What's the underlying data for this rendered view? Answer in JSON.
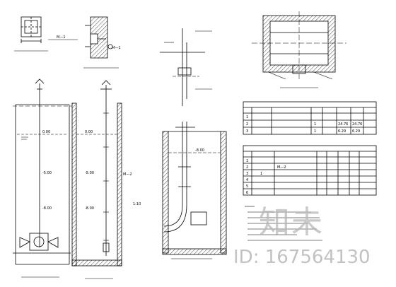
{
  "drawing": {
    "detail_labels": [
      "M—1",
      "M—1",
      "M—2"
    ],
    "elevations": [
      "0.00",
      "0.00",
      "-5.00",
      "-5.00",
      "-8.00",
      "-8.00",
      "-8.00"
    ],
    "scale_note": "1:10",
    "material_table": {
      "rows": [
        [
          "1",
          "",
          "",
          "",
          "",
          ""
        ],
        [
          "2",
          "",
          "1",
          "24.76",
          "24.76",
          ""
        ],
        [
          "3",
          "",
          "1",
          "6.29",
          "6.29",
          ""
        ]
      ]
    },
    "part_table": {
      "rows": [
        [
          "1",
          "",
          "",
          "",
          ""
        ],
        [
          "2",
          "",
          "M—2",
          "",
          ""
        ],
        [
          "3",
          "1",
          "",
          "",
          ""
        ],
        [
          "4",
          "",
          "",
          "",
          ""
        ],
        [
          "5",
          "",
          "",
          "",
          ""
        ],
        [
          "6",
          "",
          "",
          "",
          ""
        ]
      ]
    }
  },
  "watermark": {
    "brand": "知未",
    "id_text": "ID: 167564130"
  }
}
